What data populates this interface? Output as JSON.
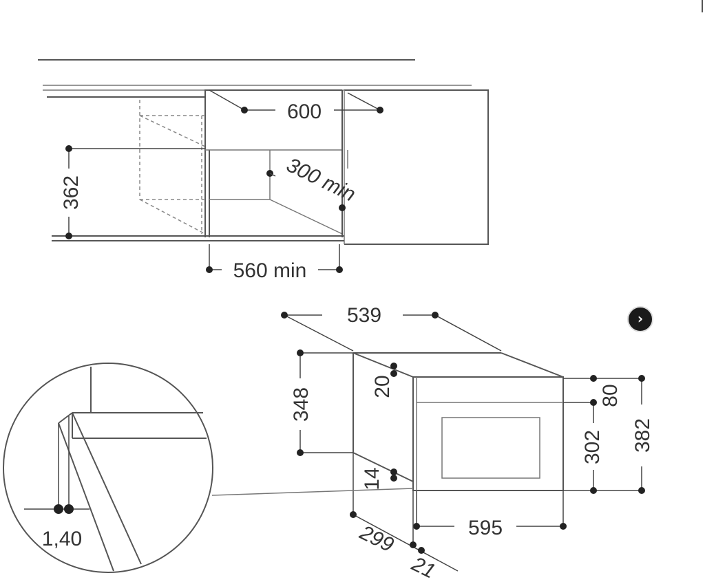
{
  "top_view": {
    "dim_width": "600",
    "dim_height": "362",
    "dim_depth": "300 min",
    "dim_opening": "560 min"
  },
  "front_view": {
    "dim_depth": "539",
    "dim_body_height": "348",
    "dim_top_offset": "20",
    "dim_bottom_offset": "14",
    "dim_top_band": "80",
    "dim_door_height": "302",
    "dim_total_height": "382",
    "dim_width": "595",
    "dim_side_depth": "299",
    "dim_gap": "21"
  },
  "detail_view": {
    "dim_clearance": "1,40"
  },
  "nav": {
    "next_icon": "chevron-right-icon"
  }
}
